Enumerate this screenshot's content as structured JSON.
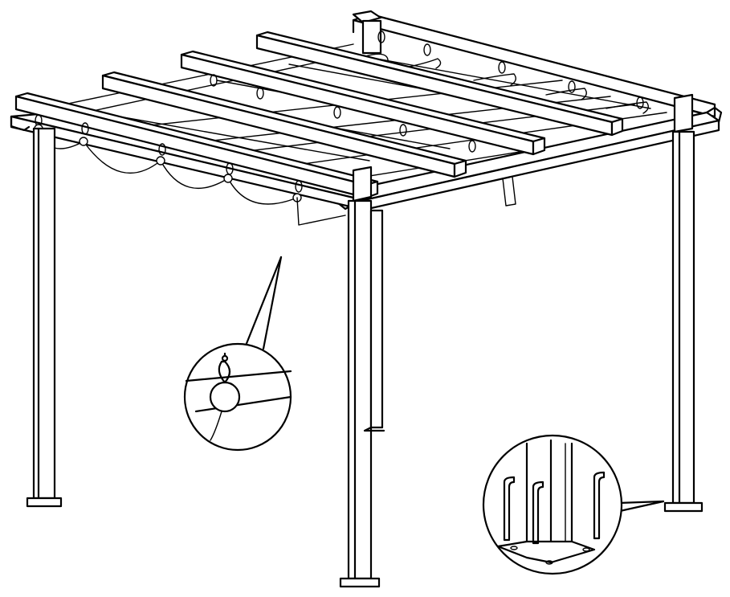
{
  "figure": {
    "subject": "pergola-with-retractable-canopy",
    "colors": {
      "line": "#000000",
      "fill": "#ffffff"
    },
    "callouts": [
      {
        "name": "canopy-hook-detail",
        "icon": "hook-on-rod-icon"
      },
      {
        "name": "post-anchor-detail",
        "icon": "anchor-bolt-icon"
      }
    ]
  }
}
